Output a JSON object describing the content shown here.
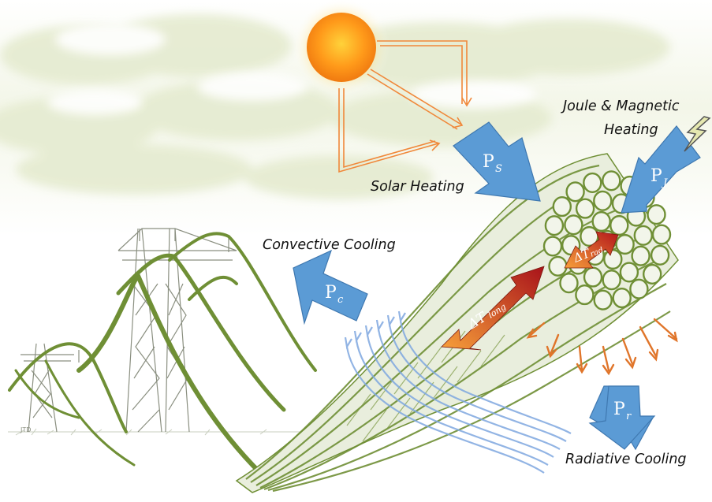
{
  "labels": {
    "solar": "Solar Heating",
    "joule_line1": "Joule & Magnetic",
    "joule_line2": "Heating",
    "convective": "Convective Cooling",
    "radiative": "Radiative Cooling"
  },
  "symbols": {
    "solar": {
      "main": "P",
      "sub": "S"
    },
    "joule": {
      "main": "P",
      "sub": "J"
    },
    "convective": {
      "main": "P",
      "sub": "c"
    },
    "radiative": {
      "main": "P",
      "sub": "r"
    },
    "dt_long": {
      "main": "ΔT",
      "sub": "long"
    },
    "dt_rad": {
      "main": "ΔT",
      "sub": "rad"
    }
  },
  "signature": "JTD",
  "colors": {
    "power_arrow": "#5b9bd5",
    "conductor_green": "#6f8f35",
    "sun_core": "#ff9a1a",
    "solar_ray": "#f0883a",
    "temp_gradient_hot": "#b0161a",
    "temp_gradient_warm": "#f5902f",
    "airflow": "#7fa8e0",
    "sky_cloud": "#e6ecd2"
  }
}
